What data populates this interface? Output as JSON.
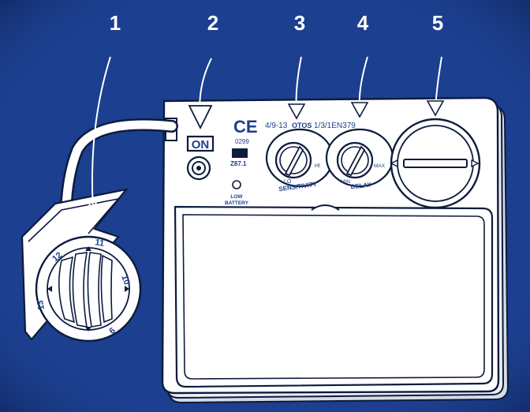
{
  "callouts": [
    "1",
    "2",
    "3",
    "4",
    "5"
  ],
  "labels": {
    "on": "ON",
    "ce": "CE",
    "ce_number": "0299",
    "cert": "Z87.1",
    "low_battery_1": "LOW",
    "low_battery_2": "BATTERY",
    "shade_code": "4/9-13",
    "brand": "OTOS",
    "spec": "1/3/1EN379",
    "sensitivity": "SENSITIVITY",
    "lo": "LO",
    "hi": "HI",
    "delay": "DELAY",
    "min": "MIN",
    "max": "MAX"
  },
  "knob_dial": [
    "9",
    "10",
    "11",
    "12",
    "13"
  ],
  "colors": {
    "background": "#1c3f8f",
    "line": "#ffffff",
    "ink": "#0d1b3d"
  }
}
